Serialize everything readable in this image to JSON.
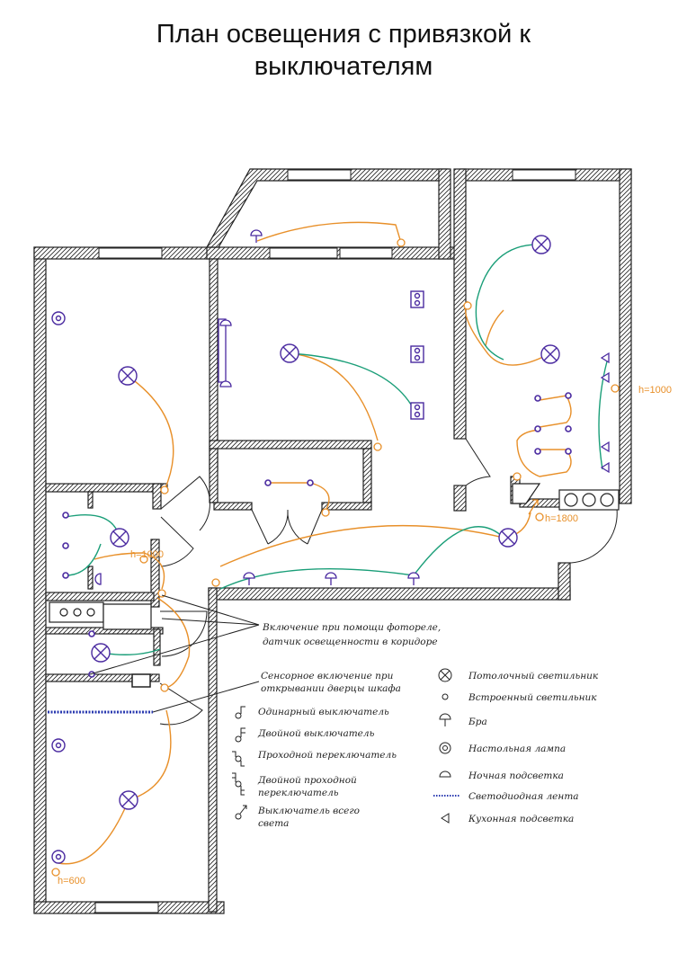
{
  "title": {
    "line1": "План освещения с привязкой к",
    "line2": "выключателям"
  },
  "height_labels": {
    "h1000_right": "h=1000",
    "h1800": "h=1800",
    "h1000_left": "h=1000",
    "h600": "h=600"
  },
  "notes": {
    "photo_relay_line1": "Включение при помощи фотореле,",
    "photo_relay_line2": "датчик освещенности в коридоре",
    "sensor_line1": "Сенсорное включение при",
    "sensor_line2": "открывании дверцы шкафа"
  },
  "legend_switches": [
    {
      "icon": "single-switch-icon",
      "text": "Одинарный выключатель"
    },
    {
      "icon": "double-switch-icon",
      "text": "Двойной выключатель"
    },
    {
      "icon": "pass-through-switch-icon",
      "text": "Проходной переключатель"
    },
    {
      "icon": "double-pass-through-switch-icon",
      "text": "Двойной проходной",
      "text2": "переключатель"
    },
    {
      "icon": "master-switch-icon",
      "text": "Выключатель всего",
      "text2": "света"
    }
  ],
  "legend_fixtures": [
    {
      "icon": "ceiling-light-icon",
      "text": "Потолочный светильник"
    },
    {
      "icon": "recessed-light-icon",
      "text": "Встроенный светильник"
    },
    {
      "icon": "sconce-icon",
      "text": "Бра"
    },
    {
      "icon": "table-lamp-icon",
      "text": "Настольная лампа"
    },
    {
      "icon": "night-light-icon",
      "text": "Ночная подсветка"
    },
    {
      "icon": "led-strip-icon",
      "text": "Светодиодная лента"
    },
    {
      "icon": "kitchen-light-icon",
      "text": "Кухонная подсветка"
    }
  ],
  "colors": {
    "wire_orange": "#e8902a",
    "wire_green": "#1a9e78",
    "fixture_purple": "#4a2aa0",
    "wall": "#222222"
  }
}
